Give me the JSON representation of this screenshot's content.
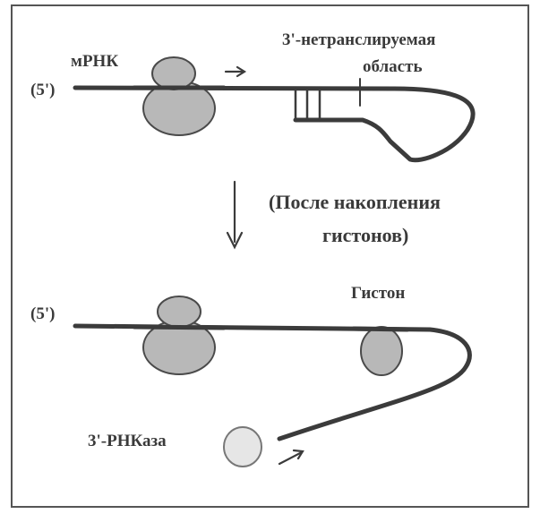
{
  "top_panel": {
    "five_prime_label": "(5')",
    "mrna_label": "мРНК",
    "utr_label_line1": "3'-нетранслируемая",
    "utr_label_line2": "область"
  },
  "transition": {
    "caption_line1": "(После накопления",
    "caption_line2": "гистонов)"
  },
  "bottom_panel": {
    "five_prime_label": "(5')",
    "histone_label": "Гистон",
    "rnase_label": "3'-РНКаза"
  }
}
